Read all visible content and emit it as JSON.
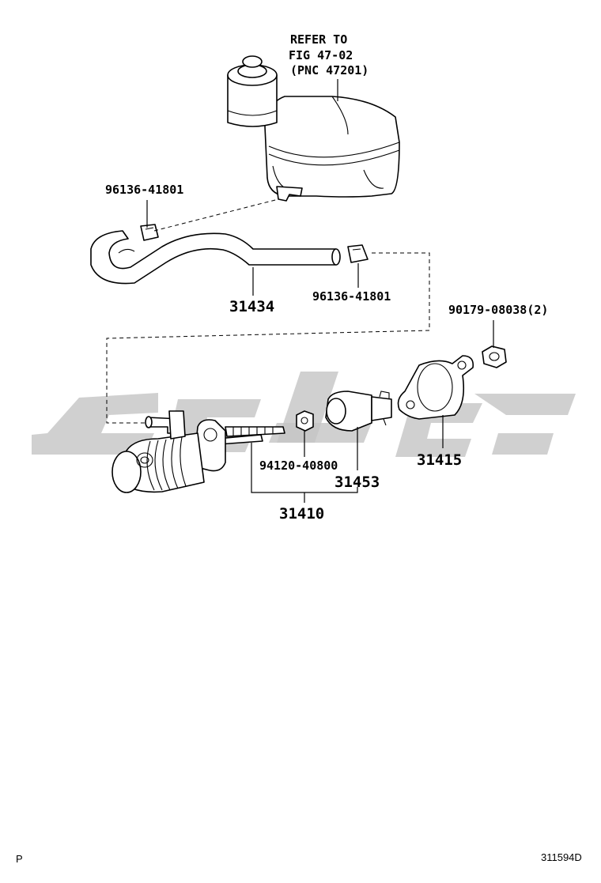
{
  "reference": {
    "line1": "REFER TO",
    "line2": "FIG 47-02",
    "line3": "(PNC 47201)"
  },
  "labels": {
    "clip_upper": "96136-41801",
    "hose": "31434",
    "clip_lower": "96136-41801",
    "nut": "90179-08038(2)",
    "gasket": "31415",
    "small_nut": "94120-40800",
    "boot": "31453",
    "cylinder_assy": "31410"
  },
  "footer": {
    "left_mark": "P",
    "illustration_id": "311594D"
  },
  "colors": {
    "line": "#000000",
    "watermark": "#c4c4c4",
    "background": "#ffffff"
  }
}
